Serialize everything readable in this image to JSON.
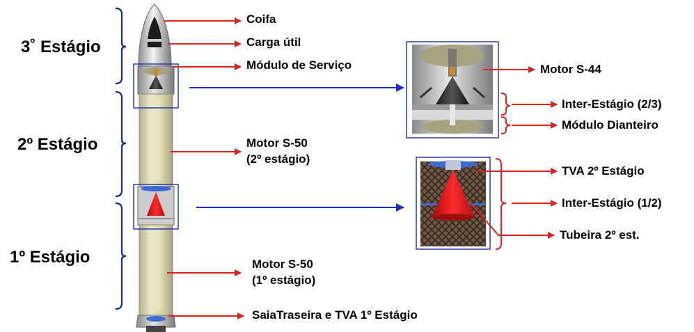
{
  "stages": {
    "third": "3˚ Estágio",
    "second": "2º Estágio",
    "first": "1º Estágio"
  },
  "labels": {
    "coifa": "Coifa",
    "carga": "Carga útil",
    "modulo_servico": "Módulo de Serviço",
    "motor_s50_2": "Motor S-50",
    "motor_s50_2_sub": "(2º estágio)",
    "motor_s50_1": "Motor S-50",
    "motor_s50_1_sub": "(1º estágio)",
    "saia": "SaiaTraseira e TVA 1º Estágio",
    "motor_s44": "Motor S-44",
    "inter_23": "Inter-Estágio (2/3)",
    "modulo_dianteiro": "Módulo  Dianteiro",
    "tva2": "TVA 2º Estágio",
    "inter_12": "Inter-Estágio (1/2)",
    "tubeira": "Tubeira 2º est."
  },
  "colors": {
    "pointer": "#e0201c",
    "link_arrow": "#1c2bd6",
    "frame": "#2a3bb0",
    "motor_casing": "#d8d3a8",
    "nozzle_red": "#e41e1e"
  }
}
